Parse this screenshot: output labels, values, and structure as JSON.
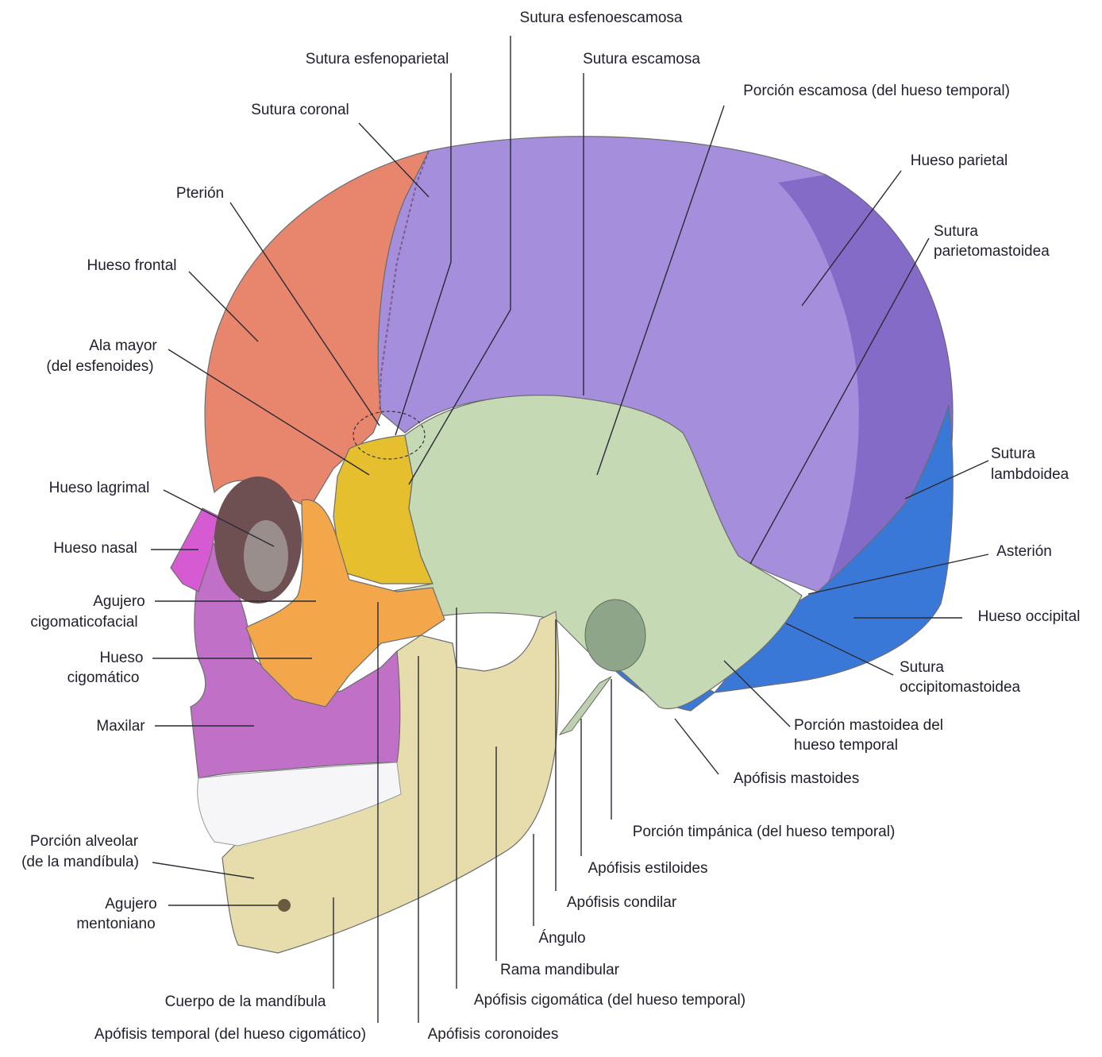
{
  "colors": {
    "frontal": "#e8866d",
    "parietal": "#a58fdc",
    "parietal_dark": "#6b4fb8",
    "occipital": "#3a78d8",
    "temporal": "#c5d9b4",
    "sphenoid": "#e5bf2e",
    "zygomatic": "#f3a64a",
    "maxilla": "#c070c6",
    "nasal": "#d65bd2",
    "mandible": "#e7dcac",
    "teeth": "#f6f6f8",
    "orbit": "#6e4f52"
  },
  "labels": {
    "sutura_esfenoescamosa": "Sutura esfenoescamosa",
    "sutura_esfenoparietal": "Sutura esfenoparietal",
    "sutura_escamosa": "Sutura escamosa",
    "porcion_escamosa": "Porción escamosa (del hueso temporal)",
    "sutura_coronal": "Sutura coronal",
    "hueso_parietal": "Hueso parietal",
    "pterion": "Pterión",
    "sutura_parietomastoidea_1": "Sutura",
    "sutura_parietomastoidea_2": "parietomastoidea",
    "hueso_frontal": "Hueso frontal",
    "ala_mayor_1": "Ala mayor",
    "ala_mayor_2": "(del esfenoides)",
    "sutura_lambdoidea_1": "Sutura",
    "sutura_lambdoidea_2": "lambdoidea",
    "hueso_lagrimal": "Hueso lagrimal",
    "asterion": "Asterión",
    "hueso_nasal": "Hueso nasal",
    "agujero_cigomaticofacial_1": "Agujero",
    "agujero_cigomaticofacial_2": "cigomaticofacial",
    "hueso_occipital": "Hueso occipital",
    "hueso_cigomatico_1": "Hueso",
    "hueso_cigomatico_2": "cigomático",
    "sutura_occipitomastoidea_1": "Sutura",
    "sutura_occipitomastoidea_2": "occipitomastoidea",
    "maxilar": "Maxilar",
    "porcion_mastoidea_1": "Porción mastoidea del",
    "porcion_mastoidea_2": "hueso temporal",
    "apofisis_mastoides": "Apófisis mastoides",
    "porcion_alveolar_1": "Porción alveolar",
    "porcion_alveolar_2": "(de la mandíbula)",
    "porcion_timpanica": "Porción timpánica (del hueso temporal)",
    "apofisis_estiloides": "Apófisis estiloides",
    "agujero_mentoniano_1": "Agujero",
    "agujero_mentoniano_2": "mentoniano",
    "apofisis_condilar": "Apófisis condilar",
    "angulo": "Ángulo",
    "rama_mandibular": "Rama mandibular",
    "cuerpo_mandibula": "Cuerpo de la mandíbula",
    "apofisis_cigomatica": "Apófisis cigomática (del hueso temporal)",
    "apofisis_temporal": "Apófisis temporal (del hueso cigomático)",
    "apofisis_coronoides": "Apófisis coronoides"
  }
}
